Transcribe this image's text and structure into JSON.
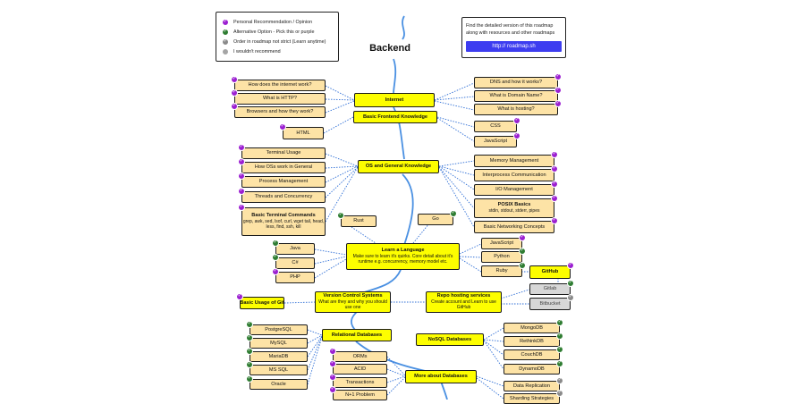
{
  "title": "Backend",
  "legend": [
    {
      "label": "Personal Recommendation / Opinion",
      "color": "#9b1fd1",
      "icon": "check-icon"
    },
    {
      "label": "Alternative Option - Pick this or purple",
      "color": "#2f7d32",
      "icon": "check-icon"
    },
    {
      "label": "Order in roadmap not strict (Learn anytime)",
      "color": "#8a8a8a",
      "icon": "check-icon"
    },
    {
      "label": "I wouldn't recommend",
      "color": "#a5a5a5",
      "icon": "dot-icon"
    }
  ],
  "info": {
    "line1": "Find the detailed version of this roadmap",
    "line2": "along with resources and other roadmaps",
    "link": "http:// roadmap.sh"
  },
  "colors": {
    "main": "#fdfe00",
    "sub": "#fde3a6",
    "grey": "#d7d7d7",
    "wire": "#2f6fd6",
    "spine": "#4a90e2"
  },
  "nodes": {
    "internet": "Internet",
    "basic_frontend": "Basic Frontend Knowledge",
    "how_internet": "How does the internet work?",
    "what_http": "What is HTTP?",
    "browsers": "Browsers and how they work?",
    "html": "HTML",
    "dns": "DNS and how it works?",
    "domain": "What is Domain Name?",
    "hosting": "What is hosting?",
    "css": "CSS",
    "javascript_fe": "JavaScript",
    "os_general": "OS and General Knowledge",
    "terminal_usage": "Terminal Usage",
    "how_os": "How OSs work in General",
    "process_mgmt": "Process Management",
    "threads": "Threads and Concurrency",
    "terminal_cmds_title": "Basic Terminal Commands",
    "terminal_cmds_desc": "grep, awk, sed, lsof, curl, wget tail, head, less, find, ssh, kill",
    "memory_mgmt": "Memory Management",
    "ipc": "Interprocess Communication",
    "io_mgmt": "I/O Management",
    "posix_title": "POSIX Basics",
    "posix_desc": "stdin, stdout, stderr, pipes",
    "networking": "Basic Networking Concepts",
    "rust": "Rust",
    "go": "Go",
    "learn_lang_title": "Learn a Language",
    "learn_lang_desc": "Make sure to learn it's quirks. Core detail about it's runtime e.g. concurrency, memory model etc.",
    "java": "Java",
    "csharp": "C#",
    "php": "PHP",
    "javascript_lang": "JavaScript",
    "python": "Python",
    "ruby": "Ruby",
    "github": "GitHub",
    "gitlab": "Gitlab",
    "bitbucket": "Bitbucket",
    "basic_git": "Basic Usage of Git",
    "vcs_title": "Version Control Systems",
    "vcs_desc": "What are they and why you should use one",
    "repo_title": "Repo hosting services",
    "repo_desc": "Create account and Learn to use GitHub",
    "relational": "Relational Databases",
    "postgresql": "PostgreSQL",
    "mysql": "MySQL",
    "mariadb": "MariaDB",
    "mssql": "MS SQL",
    "oracle": "Oracle",
    "nosql": "NoSQL Databases",
    "mongodb": "MongoDB",
    "rethinkdb": "RethinkDB",
    "couchdb": "CouchDB",
    "dynamodb": "DynamoDB",
    "more_db": "More about Databases",
    "orms": "ORMs",
    "acid": "ACID",
    "transactions": "Transactions",
    "n1": "N+1 Problem",
    "data_replication": "Data Replication",
    "sharding": "Sharding Strategies"
  }
}
